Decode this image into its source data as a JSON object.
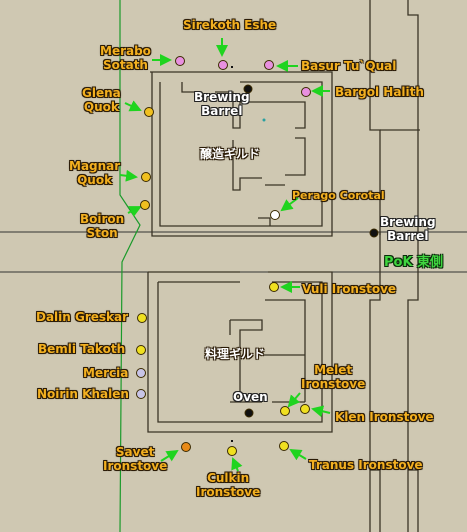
{
  "map_title": "PoK 東側",
  "guilds": {
    "brewing": "醸造ギルド",
    "cooking": "料理ギルド"
  },
  "npcs": {
    "sirekoth_eshe": "Sirekoth Eshe",
    "merabo_sotath": "Merabo\nSotath",
    "basur_tuqual": "Basur Tu`Qual",
    "bargol_halith": "Bargol Halith",
    "glena_quok": "Glena\nQuok",
    "magnar_quok": "Magnar\nQuok",
    "boiron_ston": "Boiron\nSton",
    "perago_corotal": "Perago Corotal",
    "vuli_ironstove": "Vuli Ironstove",
    "dalin_greskar": "Dalin Greskar",
    "bemli_takoth": "Bemli Takoth",
    "mercia": "Mercia",
    "noirin_khalen": "Noirin Khalen",
    "melet_ironstove": "Melet\nIronstove",
    "klen_ironstove": "Klen Ironstove",
    "savet_ironstove": "Savet\nIronstove",
    "culkin_ironstove": "Culkin\nIronstove",
    "tranus_ironstove": "Tranus Ironstove"
  },
  "objects": {
    "brewing_barrel_inner": "Brewing\nBarrel",
    "brewing_barrel_outer": "Brewing\nBarrel",
    "oven": "Oven"
  },
  "colors": {
    "background": "#cfc8b2",
    "label": "#f3b020",
    "arrow": "#1fd41f",
    "npc_yellow": "#f0e020",
    "npc_pink": "#e890e0",
    "npc_orange": "#e88a18",
    "npc_lavender": "#c8c4e8",
    "object_black": "#111111",
    "zone_line": "#1a9a2a"
  }
}
